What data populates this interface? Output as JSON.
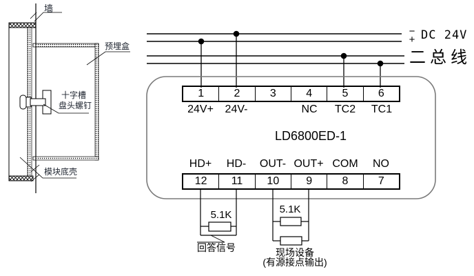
{
  "installation": {
    "wall_label": "墙",
    "embedded_box_label": "预埋盒",
    "screw_label_line1": "十字槽",
    "screw_label_line2": "盘头螺钉",
    "module_shell_label": "模块底壳"
  },
  "power_bus": {
    "dc_minus": "−",
    "dc_plus": "+",
    "dc_label": "DC 24V",
    "two_bus_label": "二总线"
  },
  "module": {
    "model": "LD6800ED-1",
    "top_terminals": [
      {
        "number": "1",
        "label": "24V+"
      },
      {
        "number": "2",
        "label": "24V-"
      },
      {
        "number": "3",
        "label": ""
      },
      {
        "number": "4",
        "label": "NC"
      },
      {
        "number": "5",
        "label": "TC2"
      },
      {
        "number": "6",
        "label": "TC1"
      }
    ],
    "bottom_terminals": [
      {
        "number": "12",
        "label": "HD+"
      },
      {
        "number": "11",
        "label": "HD-"
      },
      {
        "number": "10",
        "label": "OUT-"
      },
      {
        "number": "9",
        "label": "OUT+"
      },
      {
        "number": "8",
        "label": "COM"
      },
      {
        "number": "7",
        "label": "NO"
      }
    ]
  },
  "external_circuits": {
    "answer_signal": {
      "resistor": "5.1K",
      "label": "回答信号"
    },
    "field_device": {
      "resistor": "5.1K",
      "label_line1": "现场设备",
      "label_line2": "(有源接点输出)"
    }
  },
  "colors": {
    "line": "#000000",
    "module_outline": "#7a7a7a",
    "background": "#ffffff"
  }
}
